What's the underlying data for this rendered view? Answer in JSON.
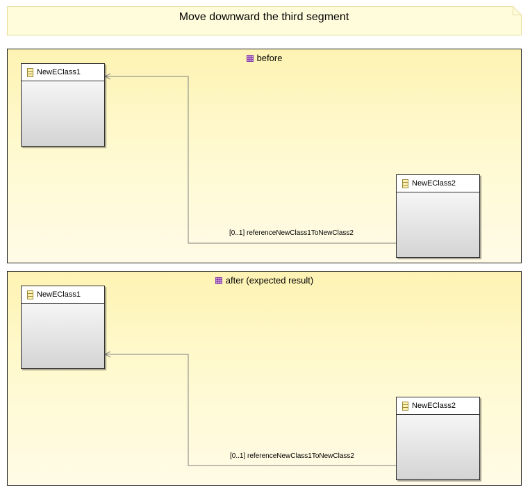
{
  "note": {
    "title": "Move downward the third segment"
  },
  "containers": [
    {
      "label": "before",
      "classes": [
        {
          "name": "NewEClass1"
        },
        {
          "name": "NewEClass2"
        }
      ],
      "edge_label": "[0..1] referenceNewClass1ToNewClass2"
    },
    {
      "label": "after (expected result)",
      "classes": [
        {
          "name": "NewEClass1"
        },
        {
          "name": "NewEClass2"
        }
      ],
      "edge_label": "[0..1] referenceNewClass1ToNewClass2"
    }
  ],
  "icons": {
    "container": "package-icon",
    "class": "eclass-icon",
    "edge_end": "open-arrow-icon"
  },
  "colors": {
    "note_fill": "#fffcdc",
    "container_fill": "#fef5bf",
    "border": "#1e1e1e",
    "edge": "#808080",
    "package_icon": "#8a3ea6"
  }
}
